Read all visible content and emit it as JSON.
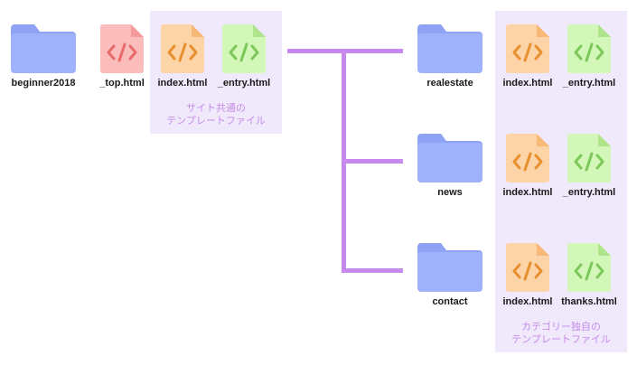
{
  "root": {
    "folder": {
      "label": "beginner2018",
      "icon": "folder-icon"
    },
    "top_file": {
      "label": "_top.html",
      "icon": "code-file-icon"
    },
    "shared": {
      "files": [
        {
          "label": "index.html",
          "icon": "code-file-icon"
        },
        {
          "label": "_entry.html",
          "icon": "code-file-icon"
        }
      ],
      "caption": "サイト共通の\nテンプレートファイル"
    }
  },
  "categories": [
    {
      "folder": "realestate",
      "files": [
        "index.html",
        "_entry.html"
      ]
    },
    {
      "folder": "news",
      "files": [
        "index.html",
        "_entry.html"
      ]
    },
    {
      "folder": "contact",
      "files": [
        "index.html",
        "thanks.html"
      ]
    }
  ],
  "category_caption": "カテゴリー独自の\nテンプレートファイル",
  "colors": {
    "folder": "#9eb1fb",
    "folder_tab": "#8fa3f5",
    "file_red": "#fbbcbc",
    "file_red_code": "#e86a6a",
    "file_orange": "#fdd3a8",
    "file_orange_code": "#e8902f",
    "file_green": "#d3f7b8",
    "file_green_code": "#7cc85a",
    "panel": "#f0e8fb",
    "connector": "#c889ee",
    "caption": "#c68ce8"
  }
}
